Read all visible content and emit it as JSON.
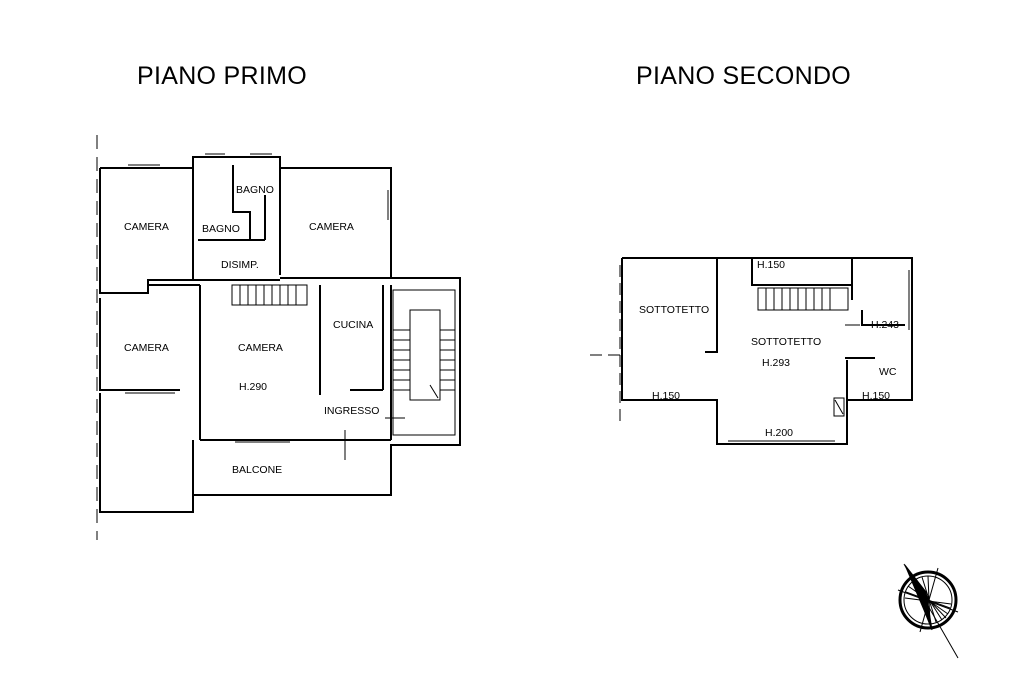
{
  "titles": {
    "first_floor": "PIANO PRIMO",
    "second_floor": "PIANO SECONDO"
  },
  "first_floor_rooms": [
    "CAMERA",
    "BAGNO",
    "BAGNO",
    "CAMERA",
    "DISIMP.",
    "CAMERA",
    "CAMERA",
    "H.290",
    "CUCINA",
    "INGRESSO",
    "BALCONE"
  ],
  "second_floor_rooms": [
    "H.150",
    "SOTTOTETTO",
    "SOTTOTETTO",
    "H.243",
    "H.293",
    "WC",
    "H.150",
    "H.150",
    "H.200"
  ],
  "compass": {
    "icon": "north-arrow-icon"
  }
}
